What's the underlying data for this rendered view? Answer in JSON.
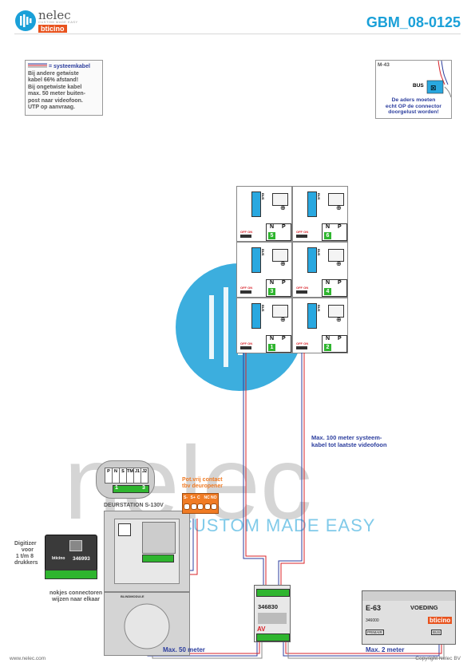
{
  "header": {
    "logo_text": "nelec",
    "logo_sub": "CUSTOM MADE EASY",
    "logo_brand": "bticino",
    "doc_code": "GBM_08-0125"
  },
  "note": {
    "line1": "= systeemkabel",
    "line2": "Bij andere getwiste",
    "line3": "kabel 66% afstand!",
    "line4": "Bij ongetwiste kabel",
    "line5": "max. 50 meter buiten-",
    "line6": "post naar videofoon.",
    "line7": "UTP op aanvraag."
  },
  "m43": {
    "title": "M-43",
    "bus": "BUS",
    "note1": "De aders moeten",
    "note2": "echt OP de connector",
    "note3": "doorgelust worden!"
  },
  "monitors": [
    {
      "n": "5"
    },
    {
      "n": "6"
    },
    {
      "n": "3"
    },
    {
      "n": "4"
    },
    {
      "n": "1"
    },
    {
      "n": "2"
    }
  ],
  "monitor_labels": {
    "n": "N",
    "p": "P",
    "off_on": "OFF ON",
    "bus": "BUS"
  },
  "watermark": {
    "word": "nelec",
    "tagline": "CUSTOM MADE EASY"
  },
  "labels": {
    "max100": "Max. 100 meter systeem-",
    "max100b": "kabel tot laatste videofoon",
    "contact1": "Pot.vrij contact",
    "contact2": "tbv deuropener",
    "deurstation": "DEURSTATION S-130V",
    "digitizer1": "Digitizer",
    "digitizer2": "voor",
    "digitizer3": "1 t/m 8",
    "digitizer4": "drukkers",
    "digitizer_code": "346993",
    "nokjes1": "nokjes connectoren",
    "nokjes2": "wijzen naar elkaar",
    "module_code": "346830",
    "module_av": "AV",
    "voeding_code": "E-63",
    "voeding_label": "VOEDING",
    "voeding_part": "346000",
    "voeding_primair": "PRIMAIR",
    "voeding_bus": "BUS",
    "max50": "Max. 50 meter",
    "max2": "Max. 2 meter",
    "blindmodule": "BLINDMODULE"
  },
  "connector_top": {
    "labels": [
      "P",
      "N",
      "S",
      "TM",
      "J1",
      "J2"
    ],
    "n1": "1",
    "n2": "3"
  },
  "relay_terms": [
    "S-",
    "S+",
    "C",
    "NC",
    "NO"
  ],
  "footer": {
    "left": "www.nelec.com",
    "right": "Copyright Nelec BV"
  },
  "colors": {
    "brand_blue": "#1aa0d8",
    "text_blue": "#2c3e9e",
    "orange": "#f07b24",
    "green": "#2fb52f",
    "red": "#d8232a"
  }
}
